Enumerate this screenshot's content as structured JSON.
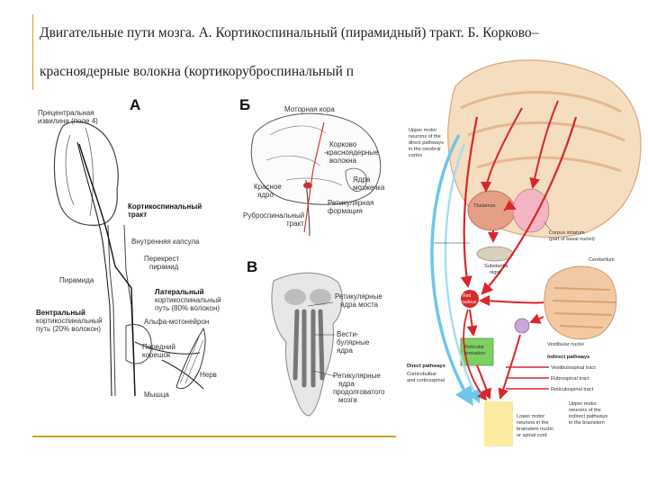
{
  "slide": {
    "title_line1": "Двигательные пути мозга. А. Кортикоспинальный (пирамидный) тракт. Б. Корково–",
    "title_line2": "красноядерные волокна (кортикоруброспинальный п"
  },
  "panel_a": {
    "letter": "А",
    "precentral_1": "Прецентральная",
    "precentral_2": "извилина (поле 4)",
    "corticospinal_1": "Кортикоспинальный",
    "corticospinal_2": "тракт",
    "internal_capsule": "Внутренняя капсула",
    "decussation_1": "Перекрест",
    "decussation_2": "пирамид",
    "pyramid": "Пирамида",
    "lateral_1": "Латеральный",
    "lateral_2": "кортикоспинальный",
    "lateral_3": "путь (80% волокон)",
    "ventral_1": "Вентральный",
    "ventral_2": "кортикоспинальный",
    "ventral_3": "путь (20% волокон)",
    "alpha_mn": "Альфа-мотонейрон",
    "anterior_horn_1": "Передний",
    "anterior_horn_2": "корешок",
    "nerve": "Нерв",
    "muscle": "Мышца"
  },
  "panel_b": {
    "letter": "Б",
    "motor_cortex": "Моторная кора",
    "cortico_1": "Корково",
    "cortico_2": "-красноядерные",
    "cortico_3": "волокна",
    "pontine_1": "Ядра",
    "pontine_2": "мозжечка",
    "red_1": "Красное",
    "red_2": "ядро",
    "reticular_1": "Ретикулярная",
    "reticular_2": "формация",
    "rubrospinal_1": "Руброспинальный",
    "rubrospinal_2": "тракт"
  },
  "panel_v": {
    "letter": "В",
    "reticular_pons_1": "Ретикулярные",
    "reticular_pons_2": "ядра моста",
    "vestibular_1": "Вести-",
    "vestibular_2": "булярные",
    "vestibular_3": "ядра",
    "reticular_med_1": "Ретикулярные",
    "reticular_med_2": "ядра",
    "reticular_med_3": "продолговатого",
    "reticular_med_4": "мозга"
  },
  "panel_right": {
    "umn_1": "Upper motor",
    "umn_2": "neurons of the",
    "umn_3": "direct pathways",
    "umn_4": "in the cerebral",
    "umn_5": "cortex",
    "thalamus": "Thalamus",
    "corpus_1": "Corpus striatum",
    "corpus_2": "(part of basal nuclei)",
    "substantia_1": "Substantia",
    "substantia_2": "nigra",
    "cerebellum": "Cerebellum",
    "red_1": "Red",
    "red_2": "nucleus",
    "reticular_1": "Reticular",
    "reticular_2": "formation",
    "vestibular_nuclei": "Vestibular nuclei",
    "direct_title": "Direct pathways",
    "direct_1": "Corticobulbar",
    "direct_2": "and corticospinal",
    "indirect_title": "Indirect pathways",
    "indirect_1": "Vestibulospinal tract",
    "indirect_2": "Rubrospinal tract",
    "indirect_3": "Reticulospinal tract",
    "lmn_1": "Lower motor",
    "lmn_2": "neurons in the",
    "lmn_3": "brainstem nuclei",
    "lmn_4": "or spinal cord",
    "umn_ind_1": "Upper motor",
    "umn_ind_2": "neurons of the",
    "umn_ind_3": "indirect pathways",
    "umn_ind_4": "in the brainstem"
  }
}
